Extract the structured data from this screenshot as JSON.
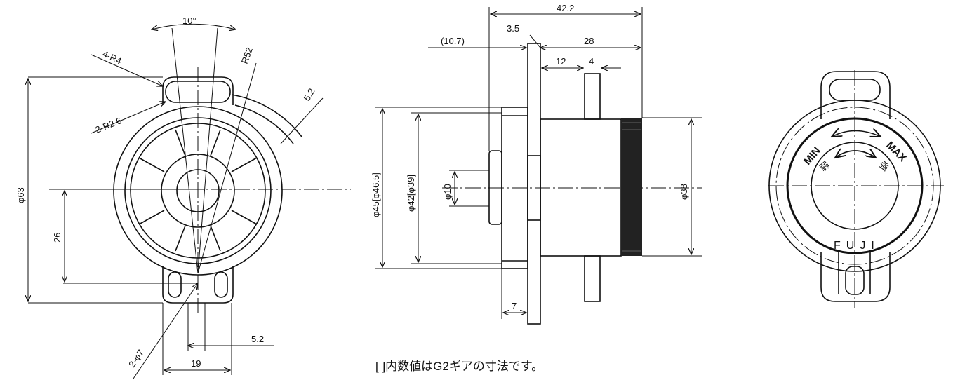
{
  "front_view": {
    "angle": "10°",
    "corner_radius": "4-R4",
    "arc_radius": "R52",
    "arc_width": "5.2",
    "small_radius": "2-R2.6",
    "height": "φ63",
    "center_offset": "26",
    "holes": "2-φ7",
    "tab_width": "19",
    "tab_offset": "5.2"
  },
  "side_view": {
    "overall_length": "42.2",
    "flange_thickness": "3.5",
    "front_offset": "(10.7)",
    "body_length": "28",
    "shaft_position": "12",
    "shaft_width": "4",
    "outer_diameter": "φ45[φ46.5]",
    "gear_diameter": "φ42[φ39]",
    "hub_diameter": "φ10",
    "flange_width": "7",
    "knob_diameter": "φ38"
  },
  "rear_view": {
    "min_label": "MIN",
    "max_label": "MAX",
    "weak_label": "弱",
    "strong_label": "強",
    "brand": "FUJI"
  },
  "note": "[ ]内数値はG2ギアの寸法です。"
}
